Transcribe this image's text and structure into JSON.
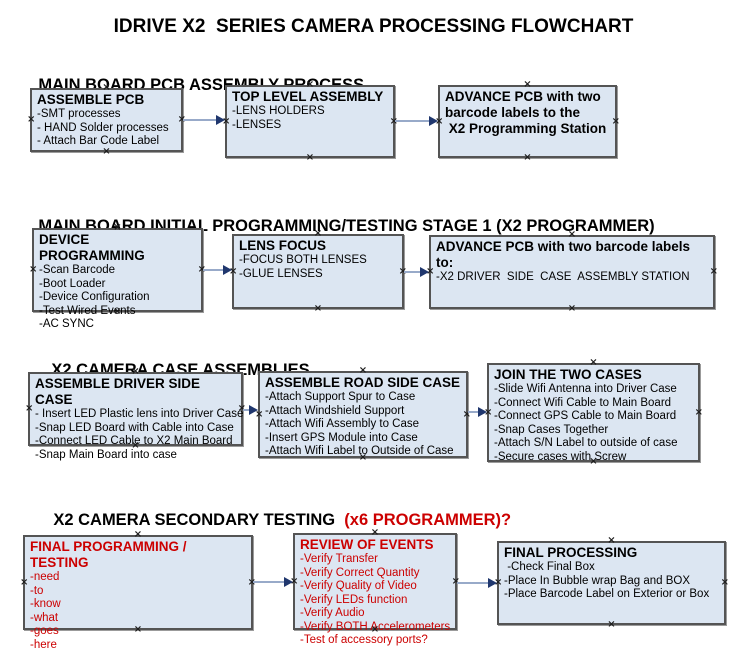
{
  "title": "IDRIVE X2  SERIES CAMERA PROCESSING FLOWCHART",
  "icons": {
    "connection_handle": "×",
    "arrowhead": "filled-right-triangle"
  },
  "colors": {
    "box_fill": "#dce6f2",
    "box_border": "#545454",
    "arrow_line": "#98aac9",
    "arrow_head": "#20376e",
    "red_text": "#cc0000",
    "black_text": "#000000"
  },
  "sections": [
    {
      "heading": "MAIN BOARD PCB ASSEMBLY PROCESS",
      "heading_suffix": "",
      "boxes": [
        {
          "title": "ASSEMBLE PCB",
          "items": [
            "-SMT processes",
            "- HAND Solder processes",
            "- Attach Bar Code Label"
          ]
        },
        {
          "title": "TOP LEVEL ASSEMBLY",
          "items": [
            "-LENS HOLDERS",
            "-LENSES"
          ]
        },
        {
          "title": "ADVANCE PCB with two\nbarcode labels to the\n X2 Programming Station",
          "items": []
        }
      ]
    },
    {
      "heading": "MAIN BOARD INITIAL PROGRAMMING/TESTING STAGE 1 (X2 PROGRAMMER)",
      "heading_suffix": "",
      "boxes": [
        {
          "title": "DEVICE PROGRAMMING",
          "items": [
            "-Scan Barcode",
            "-Boot Loader",
            "-Device Configuration",
            "-Test Wired Events",
            "-AC SYNC"
          ]
        },
        {
          "title": "LENS FOCUS",
          "items": [
            "-FOCUS BOTH LENSES",
            "-GLUE LENSES"
          ]
        },
        {
          "title": "ADVANCE PCB with two barcode labels to:",
          "items": [
            "-X2 DRIVER  SIDE  CASE  ASSEMBLY STATION"
          ]
        }
      ]
    },
    {
      "heading": "X2 CAMERA CASE ASSEMBLIES",
      "heading_suffix": "",
      "boxes": [
        {
          "title": "ASSEMBLE DRIVER SIDE CASE",
          "items": [
            "- Insert LED Plastic lens into Driver Case",
            "-Snap LED Board with Cable into Case",
            "-Connect LED Cable to X2 Main Board",
            "-Snap Main Board into case"
          ]
        },
        {
          "title": "ASSEMBLE ROAD SIDE CASE",
          "items": [
            "-Attach Support Spur to Case",
            "-Attach Windshield Support",
            "-Attach Wifi Assembly to Case",
            "-Insert GPS Module into Case",
            "-Attach Wifi Label to Outside of Case"
          ]
        },
        {
          "title": "JOIN THE TWO CASES",
          "items": [
            "-Slide Wifi Antenna into Driver Case",
            "-Connect Wifi Cable to Main Board",
            "-Connect GPS Cable to Main Board",
            "-Snap Cases Together",
            "-Attach S/N Label to outside of case",
            "-Secure cases with Screw"
          ]
        }
      ]
    },
    {
      "heading": "X2 CAMERA SECONDARY TESTING ",
      "heading_suffix": " (x6 PROGRAMMER)?",
      "boxes": [
        {
          "title": "FINAL PROGRAMMING / TESTING",
          "items": [
            "-need",
            "-to",
            "-know",
            "-what",
            "-goes",
            "-here"
          ]
        },
        {
          "title": "REVIEW OF EVENTS",
          "items": [
            "-Verify Transfer",
            "-Verify Correct Quantity",
            "-Verify Quality of Video",
            "-Verify LEDs function",
            "-Verify Audio",
            "-Verify BOTH Accelerometers",
            "-Test of accessory ports?"
          ]
        },
        {
          "title": "FINAL PROCESSING",
          "items": [
            " -Check Final Box",
            "-Place In Bubble wrap Bag and BOX",
            "-Place Barcode Label on Exterior or Box"
          ]
        }
      ]
    }
  ]
}
